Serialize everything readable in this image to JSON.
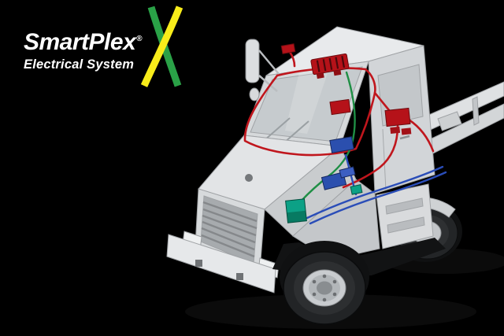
{
  "meta": {
    "background_color": "#000000"
  },
  "logo": {
    "brand": "SmartPlex",
    "registered_mark": "®",
    "tagline": "Electrical System",
    "text_color": "#ffffff",
    "stripes": {
      "green": "#2aa147",
      "yellow": "#f8ec1a"
    }
  },
  "illustration": {
    "name": "truck-electrical-wiring-cutaway",
    "truck_body_color": "#d9dbdd",
    "colors": {
      "wire_red": "#c0161d",
      "wire_green": "#1f8f45",
      "wire_blue": "#2a4db8",
      "module_red": "#b51219",
      "module_blue": "#2b4fae",
      "module_teal": "#0ca186"
    }
  }
}
